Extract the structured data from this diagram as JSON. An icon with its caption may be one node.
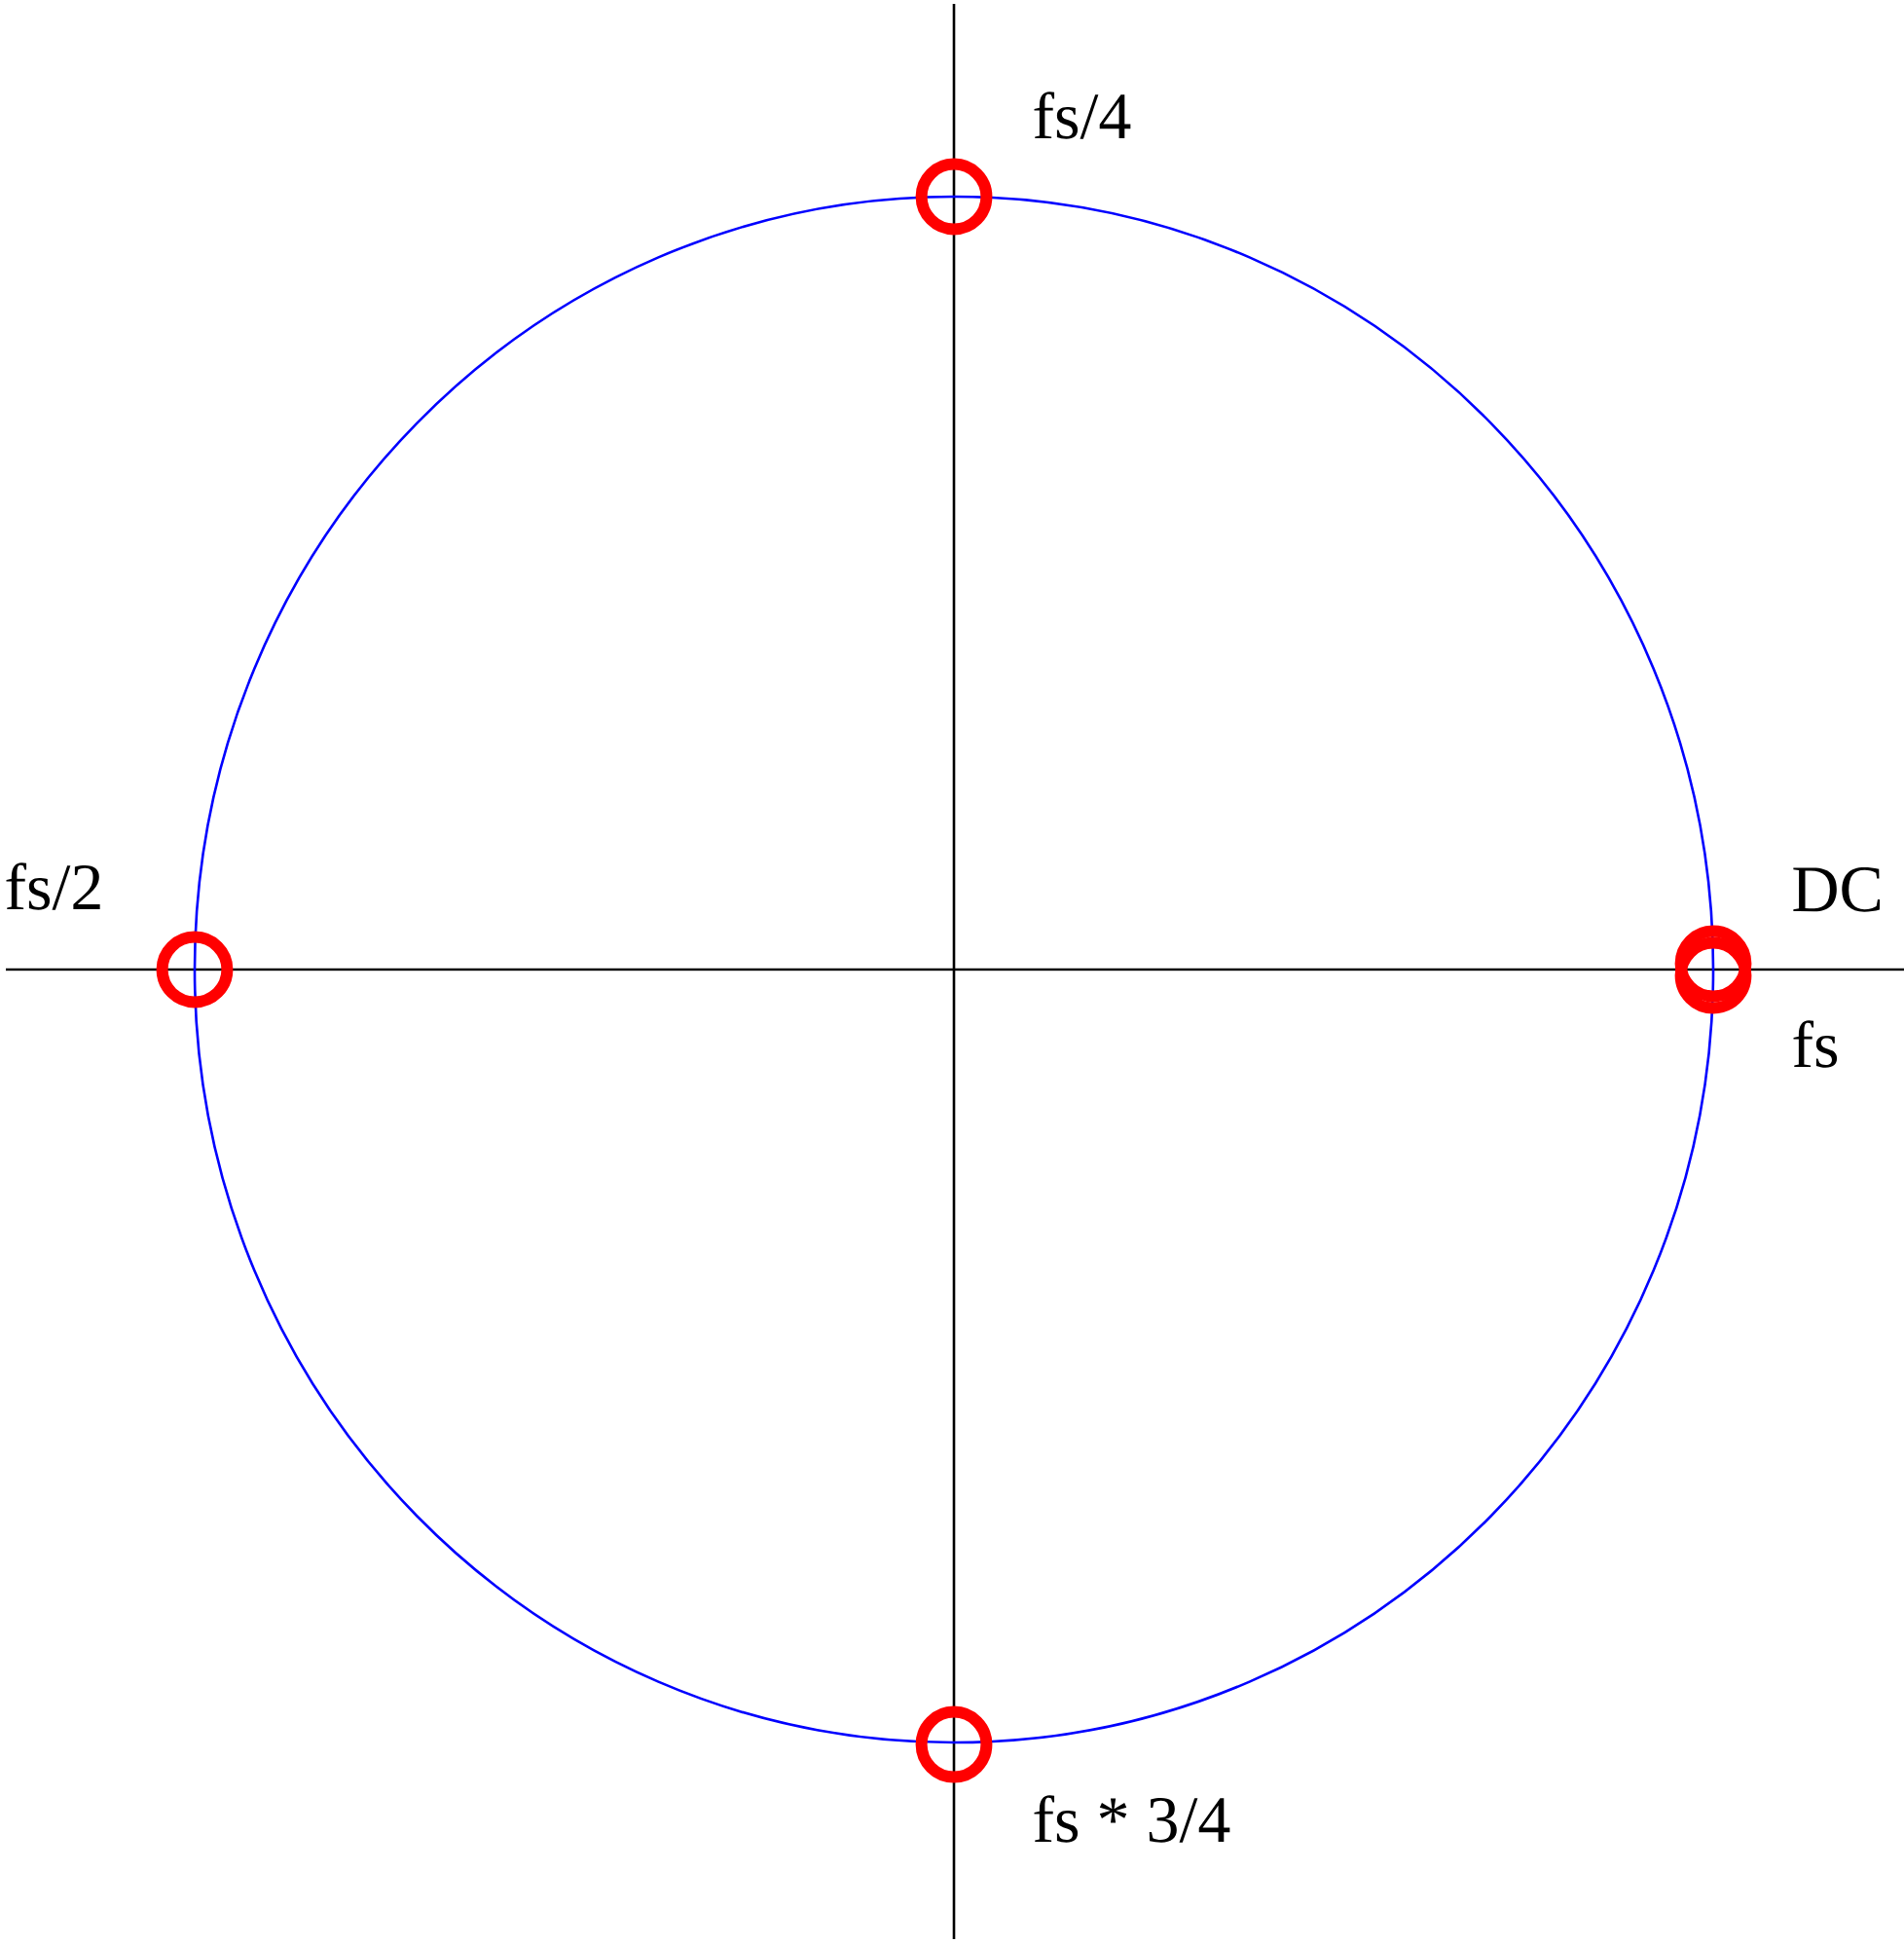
{
  "diagram": {
    "nodes": [
      {
        "text": [],
        "shape": "circle",
        "beside": [
          "fs/4"
        ]
      },
      {
        "text": [],
        "shape": "circle",
        "beside": [
          "fs/2"
        ]
      },
      {
        "text": [],
        "shape": "circle",
        "beside": [
          "DC"
        ]
      },
      {
        "text": [],
        "shape": "circle",
        "beside": [
          "fs"
        ]
      },
      {
        "text": [],
        "shape": "circle",
        "beside": [
          "fs * 3/4"
        ]
      }
    ]
  }
}
